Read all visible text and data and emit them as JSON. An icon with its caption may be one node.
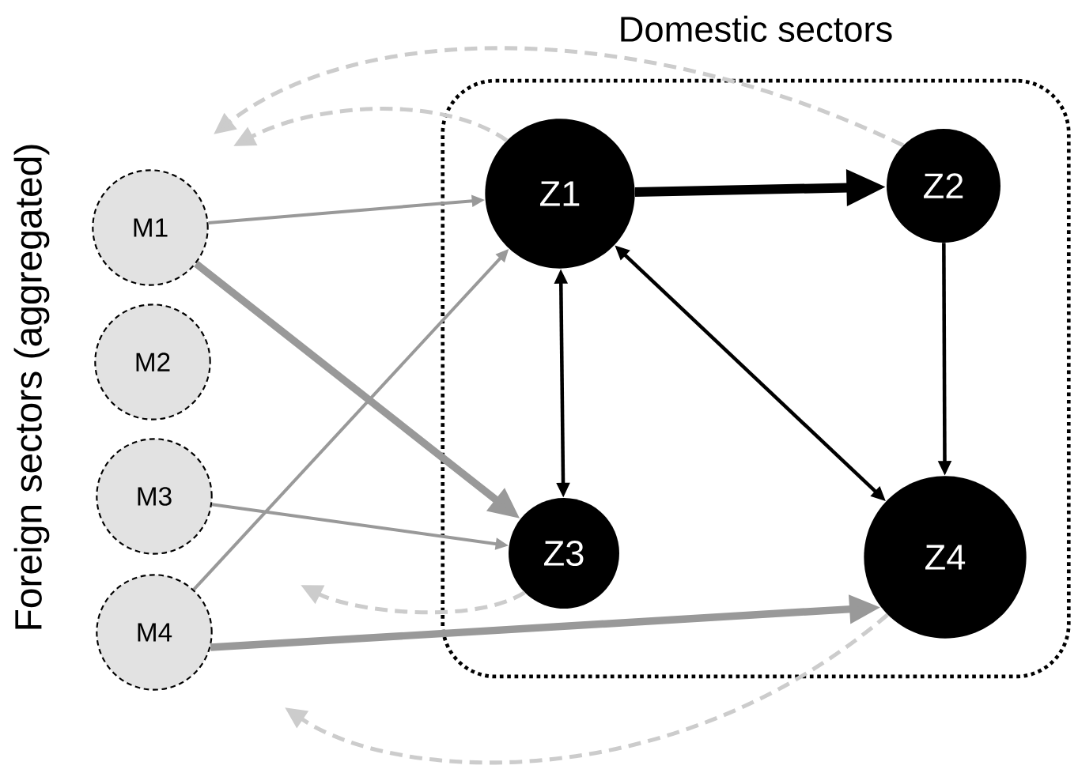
{
  "diagram": {
    "nodes": [
      {
        "text": [
          "Domestic sectors"
        ]
      },
      {
        "text": [
          "Z1"
        ],
        "in": 0
      },
      {
        "text": [
          "Z2"
        ],
        "in": 0
      },
      {
        "text": [
          "Z3"
        ],
        "in": 0
      },
      {
        "text": [
          "Z4"
        ],
        "in": 0
      },
      {
        "text": [
          "M1"
        ]
      },
      {
        "text": [
          "M2"
        ]
      },
      {
        "text": [
          "M3"
        ]
      },
      {
        "text": [
          "M4"
        ]
      }
    ],
    "edges": [
      {
        "from": 5,
        "to": 1,
        "arrow": "to"
      },
      {
        "from": 5,
        "to": 3,
        "arrow": "to",
        "style": "thick"
      },
      {
        "from": 7,
        "to": 3,
        "arrow": "to"
      },
      {
        "from": 8,
        "to": 1,
        "arrow": "to"
      },
      {
        "from": 8,
        "to": 4,
        "arrow": "to",
        "style": "thick"
      },
      {
        "from": 1,
        "to": 2,
        "arrow": "to",
        "style": "thick",
        "color": "#000000"
      },
      {
        "from": 1,
        "to": 3,
        "arrow": "both",
        "color": "#000000"
      },
      {
        "from": 1,
        "to": 4,
        "arrow": "both",
        "color": "#000000"
      },
      {
        "from": 2,
        "to": 4,
        "arrow": "to",
        "color": "#000000"
      },
      {
        "from": 1,
        "to": null,
        "arrow": "to",
        "style": "dashed",
        "color": "#cccccc"
      },
      {
        "from": 2,
        "to": null,
        "arrow": "to",
        "style": "dashed",
        "color": "#cccccc"
      },
      {
        "from": 3,
        "to": null,
        "arrow": "to",
        "style": "dashed",
        "color": "#cccccc"
      },
      {
        "from": 4,
        "to": null,
        "arrow": "to",
        "style": "dashed",
        "color": "#cccccc"
      }
    ],
    "labels": [
      "Foreign sectors (aggregated)"
    ]
  }
}
